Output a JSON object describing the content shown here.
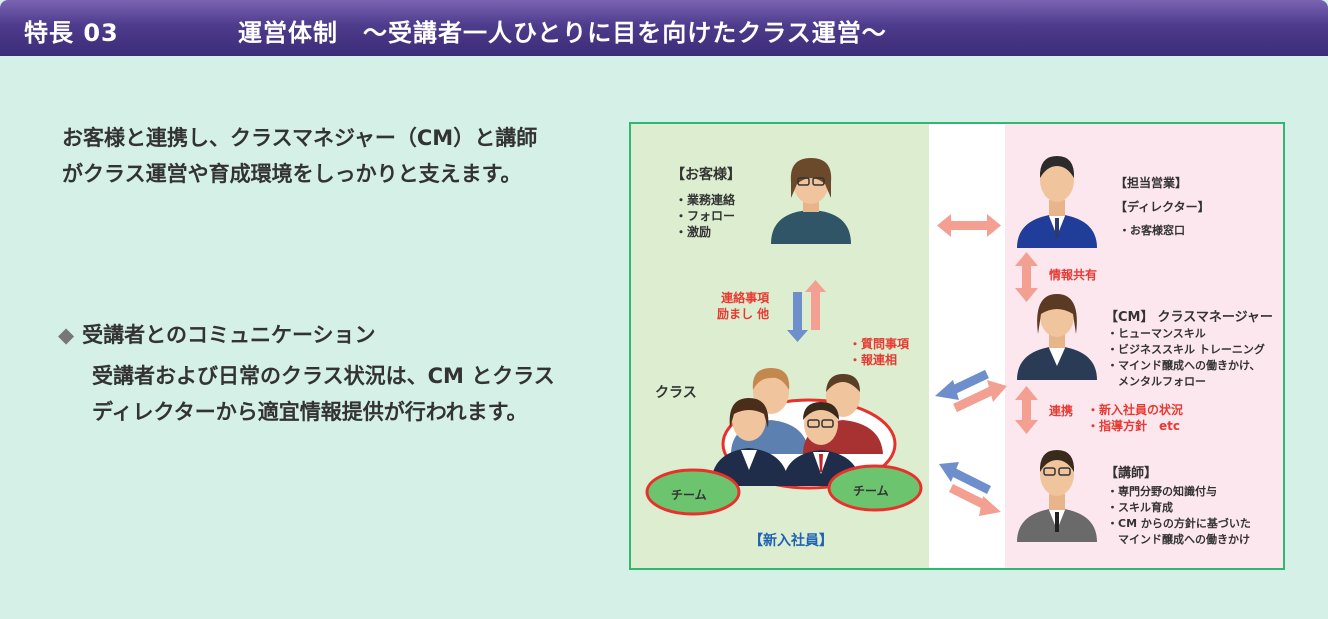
{
  "header": {
    "tag": "特長 03",
    "title": "運営体制　～受講者一人ひとりに目を向けたクラス運営～"
  },
  "intro": {
    "line1": "お客様と連携し、クラスマネジャー（CM）と講師",
    "line2": "がクラス運営や育成環境をしっかりと支えます。"
  },
  "bullet": {
    "heading": "受講者とのコミュニケーション",
    "body_line1": "受講者および日常のクラス状況は、CM とクラス",
    "body_line2": "ディレクターから適宜情報提供が行われます。"
  },
  "diagram": {
    "customer": {
      "label": "【お客様】",
      "items": [
        "・業務連絡",
        "・フォロー",
        "・激励"
      ]
    },
    "down_label": [
      "連絡事項",
      "励まし 他"
    ],
    "up_label": [
      "・質問事項",
      "・報連相"
    ],
    "class_label": "クラス",
    "team_left": "チーム",
    "team_right": "チーム",
    "new_employees": "【新入社員】",
    "sales": {
      "label1": "【担当営業】",
      "label2": "【ディレクター】",
      "item": "・お客様窓口"
    },
    "info_share": "情報共有",
    "cm": {
      "label": "【CM】",
      "sub": "クラスマネージャー",
      "items": [
        "・ヒューマンスキル",
        "・ビジネススキル トレーニング",
        "・マインド醸成への働きかけ、",
        "　メンタルフォロー"
      ]
    },
    "link": {
      "label": "連携",
      "items": [
        "・新入社員の状況",
        "・指導方針　etc"
      ]
    },
    "instructor": {
      "label": "【講師】",
      "items": [
        "・専門分野の知識付与",
        "・スキル育成",
        "・CM からの方針に基づいた",
        "　マインド醸成への働きかけ"
      ]
    }
  }
}
